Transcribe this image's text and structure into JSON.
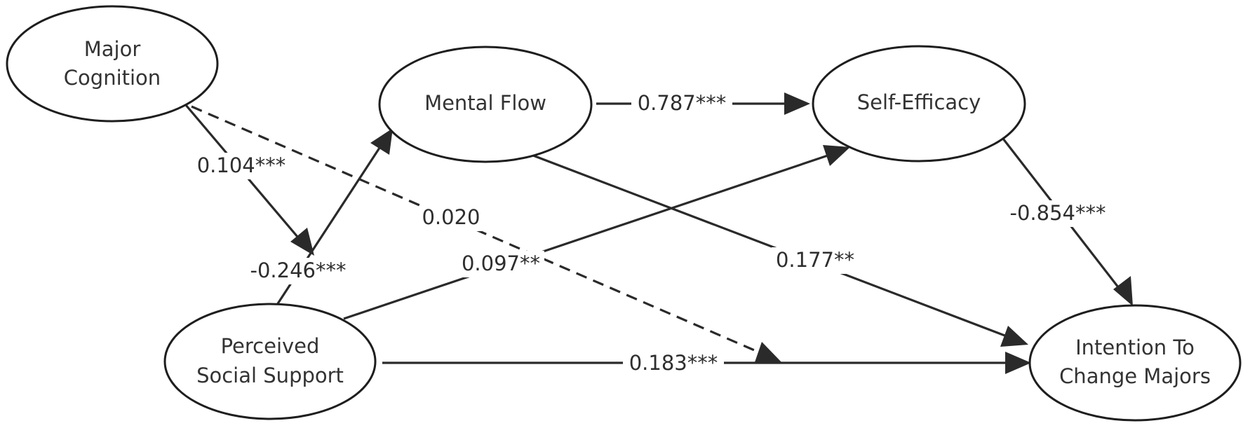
{
  "nodes": {
    "major_cognition": {
      "lines": [
        "Major",
        "Cognition"
      ]
    },
    "mental_flow": {
      "lines": [
        "Mental Flow"
      ]
    },
    "self_efficacy": {
      "lines": [
        "Self-Efficacy"
      ]
    },
    "perceived_social_support": {
      "lines": [
        "Perceived",
        "Social Support"
      ]
    },
    "intention_to_change_majors": {
      "lines": [
        "Intention To",
        "Change Majors"
      ]
    }
  },
  "paths": {
    "mc_moderation": {
      "label": "0.104***"
    },
    "pss_to_mf": {
      "label": "-0.246***"
    },
    "mf_to_se": {
      "label": "0.787***"
    },
    "mf_to_itcm": {
      "label": "0.177**"
    },
    "pss_to_se": {
      "label": "0.097**"
    },
    "se_to_itcm": {
      "label": "-0.854***"
    },
    "pss_to_itcm": {
      "label": "0.183***"
    },
    "mc_to_itcm_dashed": {
      "label": "0.020"
    }
  }
}
